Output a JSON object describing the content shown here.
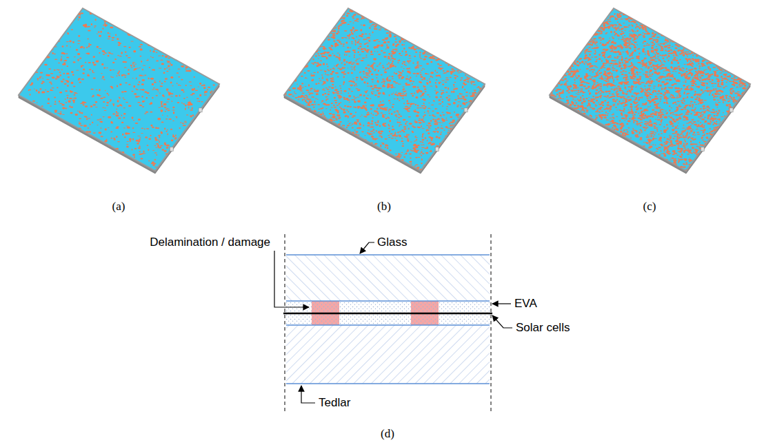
{
  "diagram": {
    "labels": [
      "(a)",
      "(b)",
      "(c)",
      "Delamination / damage",
      "Glass",
      "EVA",
      "Solar cells",
      "Tedlar",
      "(d)"
    ]
  }
}
